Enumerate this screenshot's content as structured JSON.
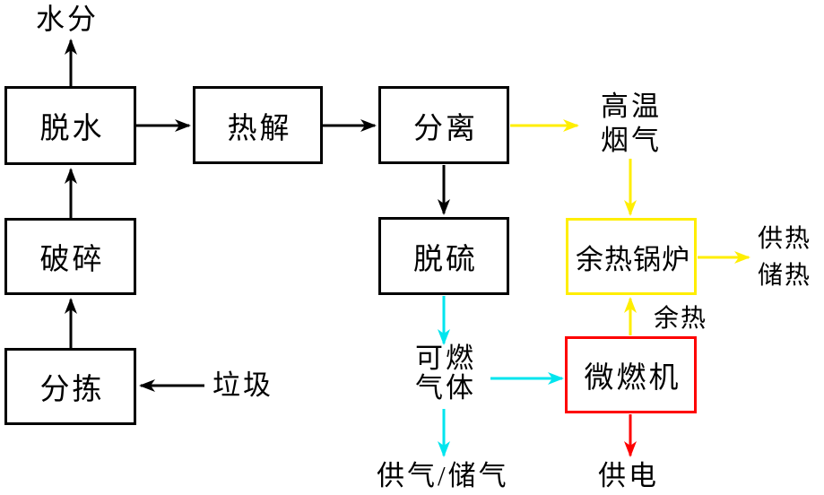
{
  "diagram": {
    "background_color": "#ffffff",
    "colors": {
      "material_flow": "#000000",
      "heat_flow": "#ffee00",
      "gas_flow": "#00e5ee",
      "electric_flow": "#fe0000"
    },
    "nodes": {
      "dewater": {
        "label": "脱水",
        "border": "#000000"
      },
      "pyrolysis": {
        "label": "热解",
        "border": "#000000"
      },
      "separation": {
        "label": "分离",
        "border": "#000000"
      },
      "desulfurization": {
        "label": "脱硫",
        "border": "#000000"
      },
      "crushing": {
        "label": "破碎",
        "border": "#000000"
      },
      "sorting": {
        "label": "分拣",
        "border": "#000000"
      },
      "waste_heat_boiler": {
        "label": "余热锅炉",
        "border": "#ffee00"
      },
      "micro_turbine": {
        "label": "微燃机",
        "border": "#fe0000"
      }
    },
    "labels": {
      "moisture": "水分",
      "garbage": "垃圾",
      "flue_gas_line1": "高温",
      "flue_gas_line2": "烟气",
      "heat_supply_line1": "供热",
      "heat_supply_line2": "储热",
      "waste_heat": "余热",
      "combustible_line1": "可燃",
      "combustible_line2": "气体",
      "gas_supply": "供气/储气",
      "power_supply": "供电"
    },
    "edges": [
      {
        "from": "脱水",
        "to": "水分",
        "color": "black"
      },
      {
        "from": "分拣",
        "to": "破碎",
        "color": "black"
      },
      {
        "from": "破碎",
        "to": "脱水",
        "color": "black"
      },
      {
        "from": "垃圾",
        "to": "分拣",
        "color": "black"
      },
      {
        "from": "脱水",
        "to": "热解",
        "color": "black"
      },
      {
        "from": "热解",
        "to": "分离",
        "color": "black"
      },
      {
        "from": "分离",
        "to": "脱硫",
        "color": "black"
      },
      {
        "from": "分离",
        "to": "高温烟气",
        "color": "yellow"
      },
      {
        "from": "高温烟气",
        "to": "余热锅炉",
        "color": "yellow"
      },
      {
        "from": "余热锅炉",
        "to": "供热储热",
        "color": "yellow"
      },
      {
        "from": "微燃机",
        "to": "余热锅炉",
        "color": "yellow",
        "label": "余热"
      },
      {
        "from": "脱硫",
        "to": "可燃气体",
        "color": "cyan"
      },
      {
        "from": "可燃气体",
        "to": "微燃机",
        "color": "cyan"
      },
      {
        "from": "可燃气体",
        "to": "供气/储气",
        "color": "cyan"
      },
      {
        "from": "微燃机",
        "to": "供电",
        "color": "red"
      }
    ]
  }
}
